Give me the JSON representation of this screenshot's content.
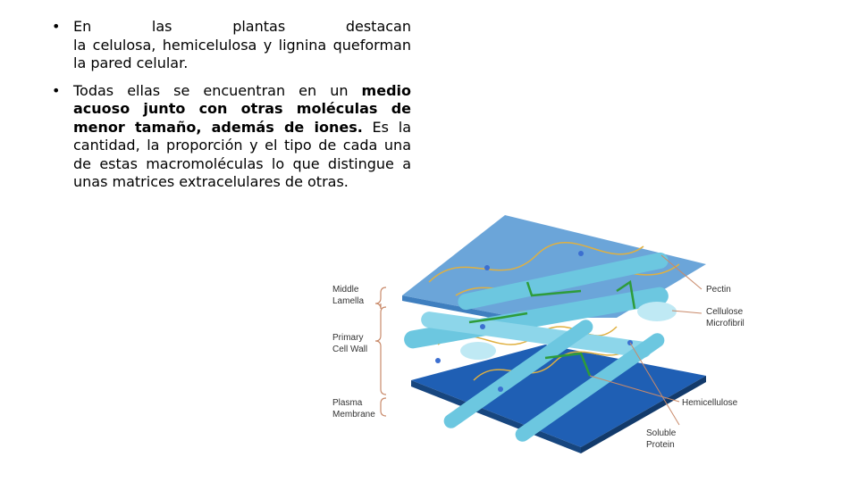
{
  "bullets": [
    {
      "line1": [
        "En",
        "las",
        "plantas",
        "destacan"
      ],
      "rest": "la celulosa, hemicelulosa y lignina queforman la pared celular."
    },
    {
      "parts": [
        {
          "text": "Todas ellas se encuentran en un ",
          "bold": false
        },
        {
          "text": "medio acuoso junto con otras moléculas de menor tamaño, además de iones.",
          "bold": true
        },
        {
          "text": " Es la cantidad, la proporción y el tipo de cada una de estas macromoléculas lo que distingue a unas matrices extracelulares de otras.",
          "bold": false
        }
      ]
    }
  ],
  "figure": {
    "left_labels": {
      "middle_lamella": [
        "Middle",
        "Lamella"
      ],
      "primary_cell_wall": [
        "Primary",
        "Cell Wall"
      ],
      "plasma_membrane": [
        "Plasma",
        "Membrane"
      ]
    },
    "right_labels": {
      "pectin": "Pectin",
      "cellulose": [
        "Cellulose",
        "Microfibril"
      ],
      "hemicellulose": "Hemicellulose",
      "soluble_protein": [
        "Soluble",
        "Protein"
      ]
    },
    "colors": {
      "top_plate": "#5b9bd5",
      "bottom_plate": "#1f5fb4",
      "microfibril": "#6cc7e0",
      "pectin": "#e0b040",
      "hemicellulose": "#2e9c3a"
    }
  }
}
